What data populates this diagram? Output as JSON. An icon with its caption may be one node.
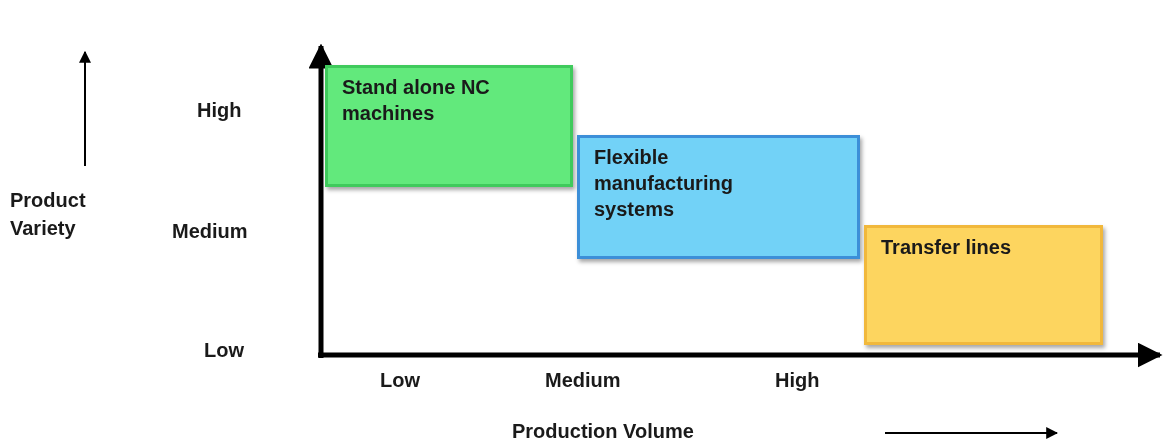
{
  "diagram": {
    "nodes": [
      {
        "text": [
          "Stand alone NC machines"
        ]
      },
      {
        "text": [
          "Flexible manufacturing systems"
        ]
      },
      {
        "text": [
          "Transfer lines"
        ]
      }
    ],
    "labels": [
      "High",
      "Product Variety",
      "Medium",
      "Low",
      "Low",
      "Medium",
      "High",
      "Production Volume"
    ]
  }
}
